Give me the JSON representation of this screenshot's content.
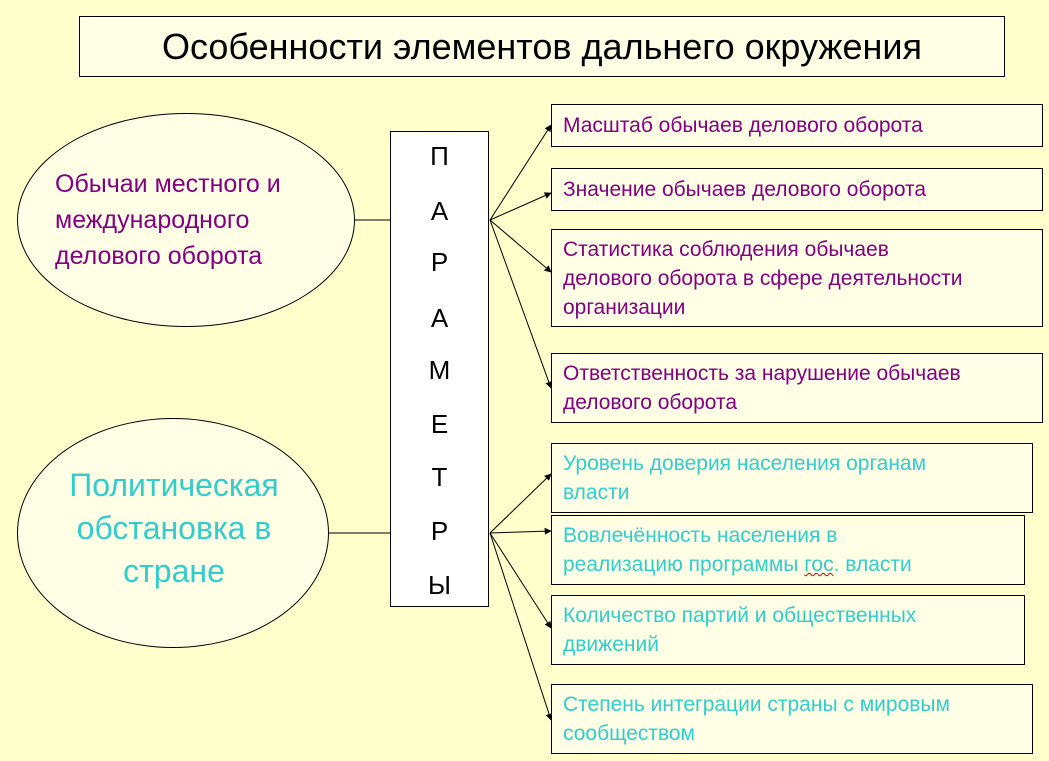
{
  "title": "Особенности элементов дальнего окружения",
  "factors": [
    {
      "lines": [
        "Обычаи местного и",
        "международного",
        "делового оборота"
      ],
      "color": "#800080"
    },
    {
      "lines": [
        "Политическая",
        "обстановка в",
        "стране"
      ],
      "color": "#33CCCC"
    }
  ],
  "parameters_label_letters": [
    "П",
    "А",
    "Р",
    "А",
    "М",
    "Е",
    "Т",
    "Р",
    "Ы"
  ],
  "parameters": [
    {
      "group": 0,
      "lines": [
        "Масштаб обычаев делового оборота"
      ]
    },
    {
      "group": 0,
      "lines": [
        "Значение обычаев делового оборота"
      ]
    },
    {
      "group": 0,
      "lines": [
        "Статистика соблюдения обычаев",
        "делового оборота в сфере деятельности",
        "организации"
      ]
    },
    {
      "group": 0,
      "lines": [
        "Ответственность за нарушение обычаев",
        "делового оборота"
      ]
    },
    {
      "group": 1,
      "lines": [
        "Уровень доверия населения органам",
        "власти"
      ]
    },
    {
      "group": 1,
      "lines": [
        "Вовлечённость населения в",
        "реализацию программы гос. власти"
      ]
    },
    {
      "group": 1,
      "lines": [
        "Количество партий и общественных",
        "движений"
      ]
    },
    {
      "group": 1,
      "lines": [
        "Степень интеграции страны с мировым",
        "сообществом"
      ]
    }
  ],
  "colors": {
    "background": "#FFFFCC",
    "box_fill": "#FFFFE6",
    "group_1_text": "#800080",
    "group_2_text": "#33CCCC"
  }
}
